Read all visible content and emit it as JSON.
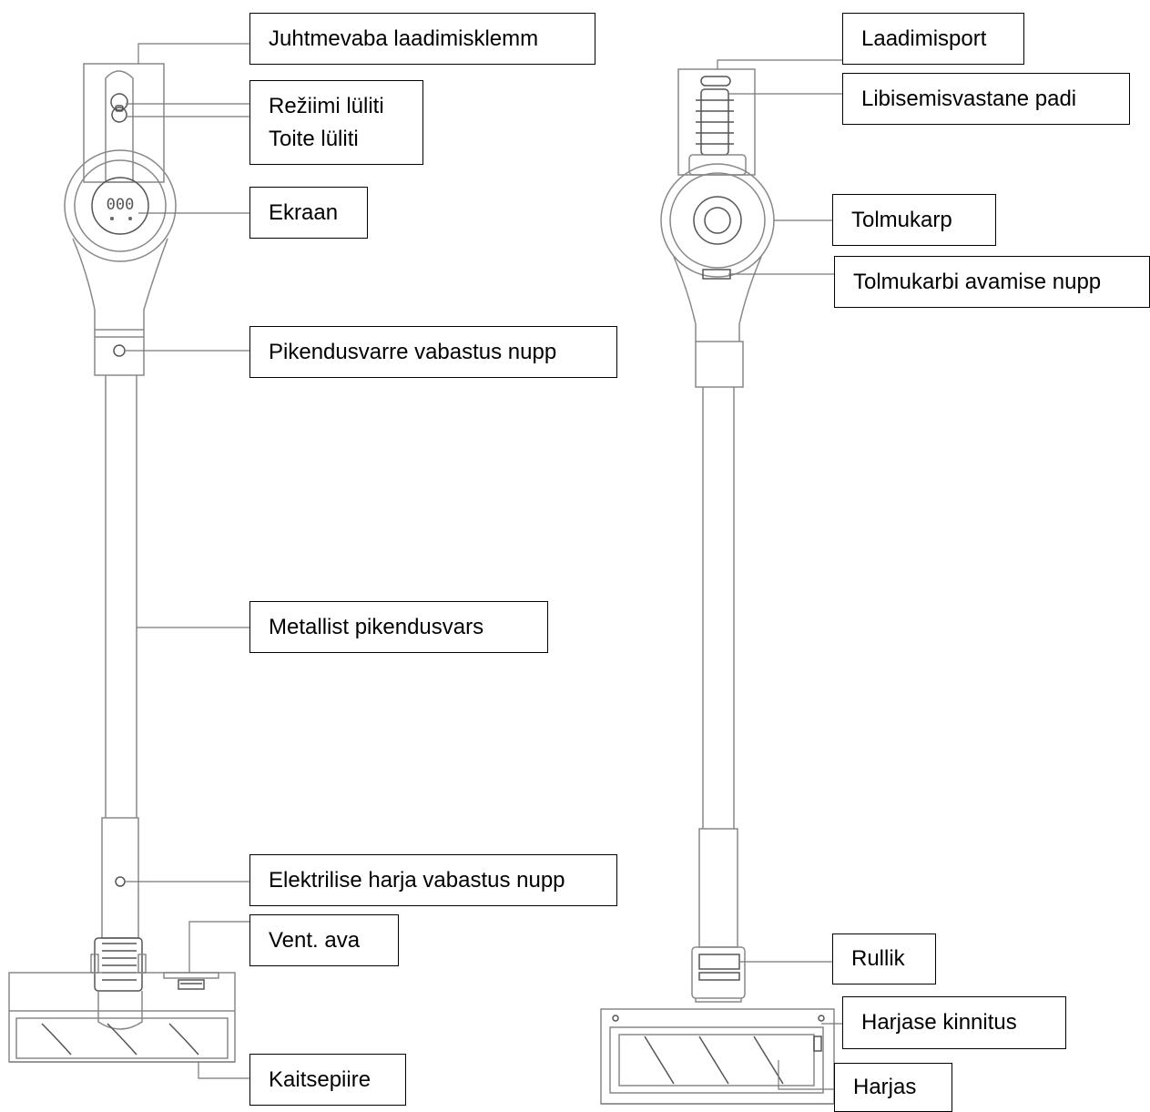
{
  "left_labels": {
    "charging_terminal": "Juhtmevaba laadimisklemm",
    "mode_switch": "Režiimi lüliti",
    "power_switch": "Toite lüliti",
    "display": "Ekraan",
    "tube_release": "Pikendusvarre vabastus nupp",
    "metal_tube": "Metallist pikendusvars",
    "brush_release": "Elektrilise harja vabastus nupp",
    "vent": "Vent. ava",
    "bumper": "Kaitsepiire"
  },
  "right_labels": {
    "charging_port": "Laadimisport",
    "anti_slip_pad": "Libisemisvastane padi",
    "dust_box": "Tolmukarp",
    "dust_box_release": "Tolmukarbi avamise nupp",
    "roller": "Rullik",
    "brush_holder": "Harjase kinnitus",
    "brush": "Harjas"
  }
}
